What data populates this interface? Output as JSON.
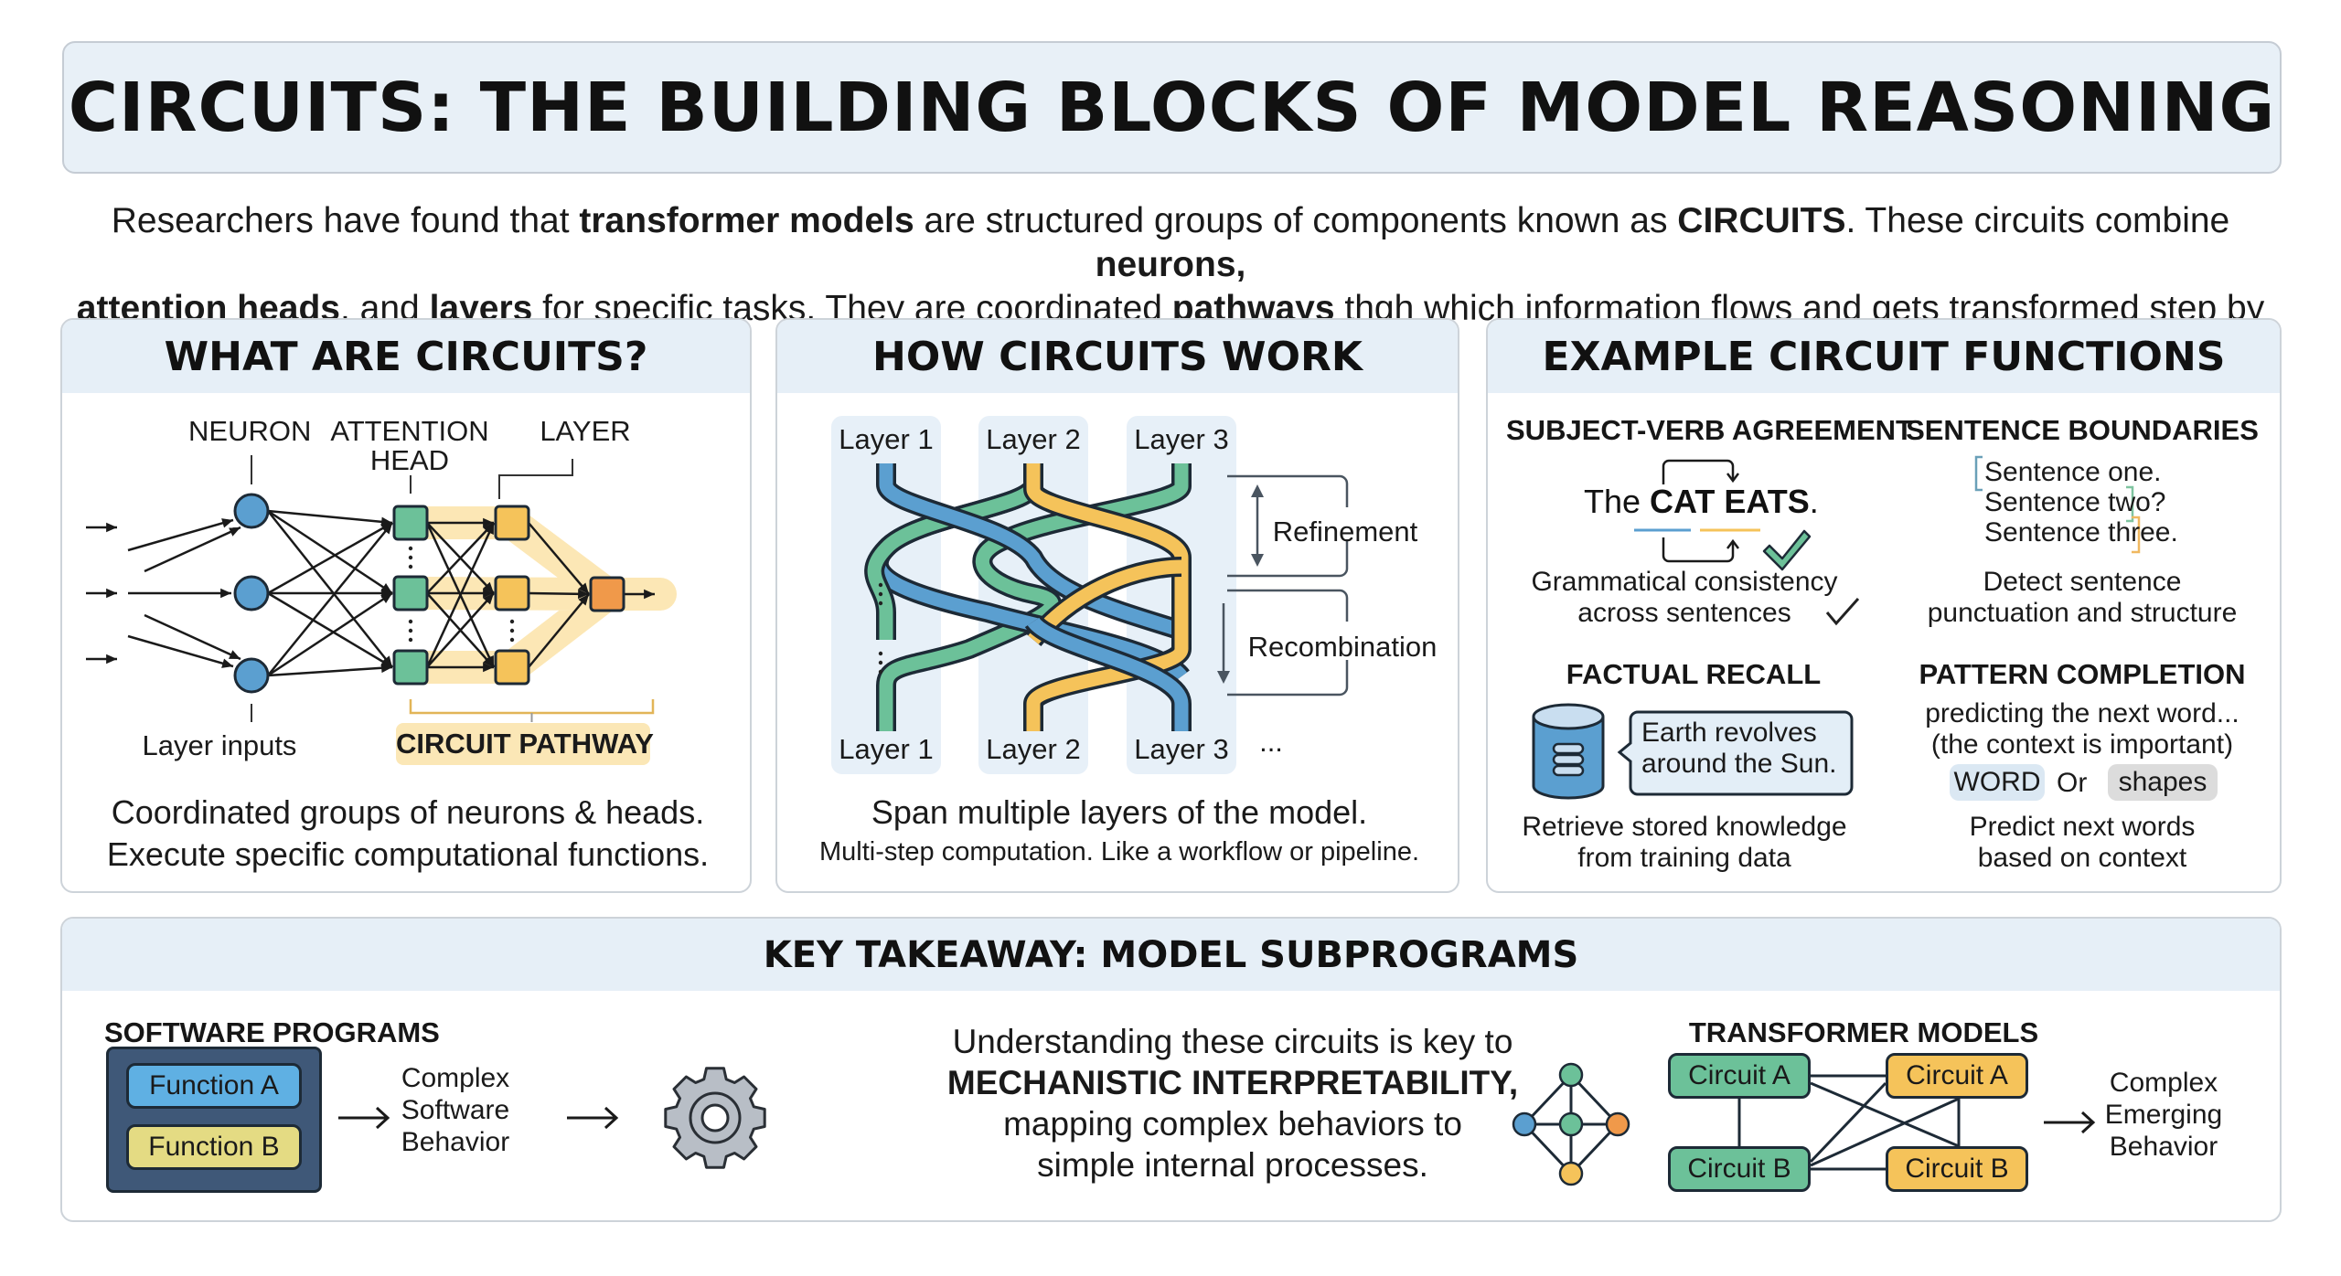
{
  "title": "CIRCUITS: THE BUILDING BLOCKS OF MODEL REASONING",
  "intro": {
    "line1": [
      {
        "text": "Researchers have found that ",
        "bold": false
      },
      {
        "text": "transformer models",
        "bold": true
      },
      {
        "text": " are structured groups of components known as ",
        "bold": false
      },
      {
        "text": "CIRCUITS",
        "bold": true
      },
      {
        "text": ". These circuits combine ",
        "bold": false
      },
      {
        "text": "neurons,",
        "bold": true
      }
    ],
    "line2": [
      {
        "text": "attention heads",
        "bold": true
      },
      {
        "text": ", and ",
        "bold": false
      },
      {
        "text": "layers",
        "bold": true
      },
      {
        "text": " for specific tasks. They are coordinated ",
        "bold": false
      },
      {
        "text": "pathways",
        "bold": true
      },
      {
        "text": " thgh which information flows and gets transformed step by step.",
        "bold": false
      }
    ]
  },
  "panels": {
    "what": {
      "title": "WHAT ARE CIRCUITS?",
      "labels": {
        "neuron": "NEURON",
        "attention_head_1": "ATTENTION",
        "attention_head_2": "HEAD",
        "layer": "LAYER",
        "layer_inputs": "Layer inputs",
        "circuit_pathway": "CIRCUIT PATHWAY"
      },
      "caption1": "Coordinated groups of neurons & heads.",
      "caption2": "Execute specific computational functions."
    },
    "how": {
      "title": "HOW CIRCUITS WORK",
      "layers_top": [
        "Layer 1",
        "Layer 2",
        "Layer 3"
      ],
      "layers_bottom": [
        "Layer 1",
        "Layer 2",
        "Layer 3"
      ],
      "ellipsis": "...",
      "refinement": "Refinement",
      "recombination": "Recombination",
      "caption1": "Span multiple layers of the model.",
      "caption2": "Multi-step computation. Like a workflow or pipeline."
    },
    "examples": {
      "title": "EXAMPLE CIRCUIT FUNCTIONS",
      "subject_verb": {
        "heading": "SUBJECT-VERB AGREEMENT",
        "sentence_the": "The ",
        "sentence_cat": "CAT",
        "sentence_eats": "EATS",
        "sentence_end": ".",
        "desc1": "Grammatical consistency",
        "desc2": "across sentences"
      },
      "sentence_boundaries": {
        "heading": "SENTENCE BOUNDARIES",
        "lines": [
          "Sentence one.",
          "Sentence two?",
          "Sentence three."
        ],
        "desc1": "Detect sentence",
        "desc2": "punctuation and structure"
      },
      "factual_recall": {
        "heading": "FACTUAL RECALL",
        "bubble1": "Earth revolves",
        "bubble2": "around the Sun.",
        "desc1": "Retrieve stored knowledge",
        "desc2": "from training data"
      },
      "pattern_completion": {
        "heading": "PATTERN COMPLETION",
        "line1": "predicting the next word...",
        "line2": "(the context is important)",
        "chip_word": "WORD",
        "chip_or": "Or",
        "chip_shapes": "shapes",
        "desc1": "Predict next words",
        "desc2": "based on context"
      }
    }
  },
  "takeaway": {
    "title": "KEY TAKEAWAY: MODEL SUBPROGRAMS",
    "software": {
      "heading": "SOFTWARE PROGRAMS",
      "function_a": "Function A",
      "function_b": "Function B",
      "result1": "Complex",
      "result2": "Software",
      "result3": "Behavior"
    },
    "center": {
      "line1": "Understanding these circuits is key to",
      "line2": "MECHANISTIC INTERPRETABILITY,",
      "line3": "mapping complex behaviors to",
      "line4": "simple internal processes."
    },
    "transformer": {
      "heading": "TRANSFORMER MODELS",
      "green_a": "Circuit A",
      "green_b": "Circuit B",
      "yellow_a": "Circuit A",
      "yellow_b": "Circuit B",
      "result1": "Complex",
      "result2": "Emerging",
      "result3": "Behavior"
    }
  },
  "colors": {
    "blue": "#5b9fd0",
    "green": "#6cc199",
    "yellow": "#f5c35a",
    "orange": "#f0994a",
    "header_bg": "#e6eff7",
    "dark_navy": "#3f5878"
  }
}
